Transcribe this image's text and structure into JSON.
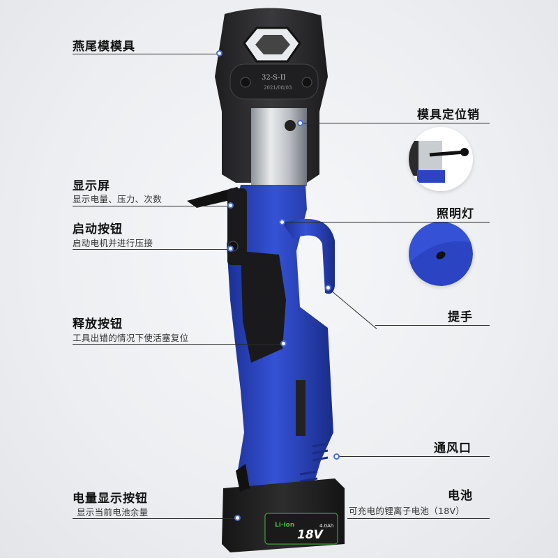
{
  "labels": {
    "dovetail_die": "燕尾模模具",
    "die_pin": "模具定位销",
    "display": "显示屏",
    "display_desc": "显示电量、压力、次数",
    "lighting": "照明灯",
    "start_button": "启动按钮",
    "start_button_desc": "启动电机并进行压接",
    "handle": "提手",
    "release_button": "释放按钮",
    "release_button_desc": "工具出错的情况下使活塞复位",
    "vent": "通风口",
    "battery_button": "电量显示按钮",
    "battery_button_desc": "显示当前电池余量",
    "battery": "电池",
    "battery_desc": "可充电的锂离子电池（18V）"
  },
  "die_engraving": {
    "model": "32-S-II",
    "date": "2021/08/03"
  },
  "battery_marks": {
    "type": "Li-ion",
    "voltage": "18V",
    "capacity": "4.0Ah"
  },
  "colors": {
    "tool_blue": "#2a44c4",
    "tool_blue_dark": "#1b2f93",
    "die_black": "#2b2b2d",
    "steel": "#c9ccd1",
    "marker_ring": "#4a6fd8",
    "battery_green": "#3fbf3f"
  }
}
